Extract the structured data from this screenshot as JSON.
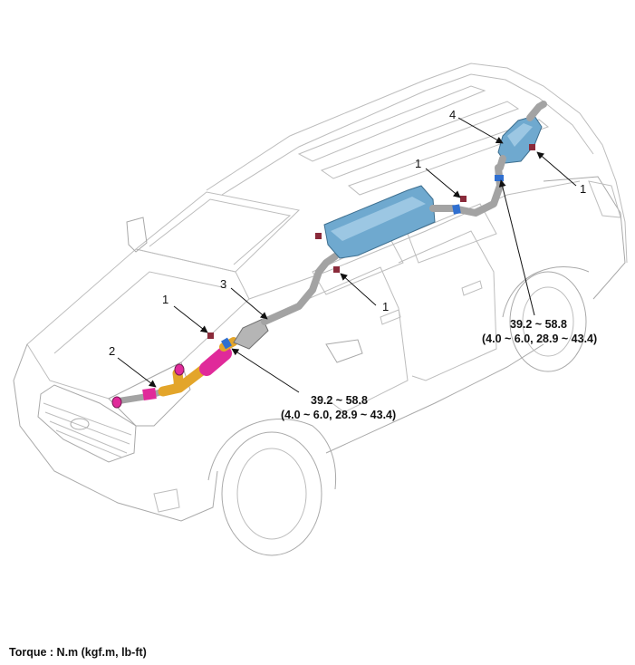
{
  "colors": {
    "muffler": "#6fa9cf",
    "pipe": "#a3a3a3",
    "flex_pipe": "#e02a9a",
    "y_pipe": "#e3a52a",
    "clamp": "#2f6fd0",
    "hanger": "#8a2a3a",
    "body_line": "#bdbdbd"
  },
  "callouts": [
    {
      "id": "c1a",
      "label": "1"
    },
    {
      "id": "c1b",
      "label": "1"
    },
    {
      "id": "c1c",
      "label": "1"
    },
    {
      "id": "c1d",
      "label": "1"
    },
    {
      "id": "c2",
      "label": "2"
    },
    {
      "id": "c3",
      "label": "3"
    },
    {
      "id": "c4",
      "label": "4"
    }
  ],
  "torque_front": {
    "line1": "39.2 ~ 58.8",
    "line2": "(4.0 ~ 6.0, 28.9 ~ 43.4)"
  },
  "torque_rear": {
    "line1": "39.2 ~ 58.8",
    "line2": "(4.0 ~ 6.0, 28.9 ~ 43.4)"
  },
  "footer": {
    "torque_units": "Torque : N.m (kgf.m, lb-ft)"
  }
}
